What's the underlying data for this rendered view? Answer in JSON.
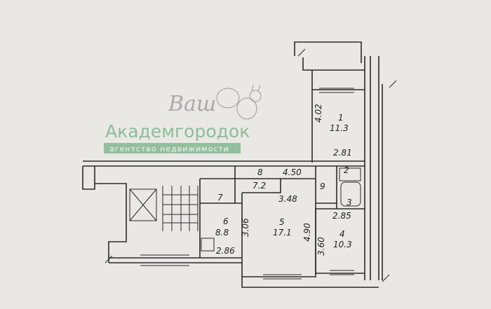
{
  "watermark": {
    "logo_script": "Ваш",
    "brand": "Академгородок",
    "tagline": "агентство недвижимости",
    "brand_color": "#6fae7f"
  },
  "rooms": [
    {
      "number": "1",
      "area": "11.3"
    },
    {
      "number": "2"
    },
    {
      "number": "3"
    },
    {
      "number": "4",
      "area": "10.3"
    },
    {
      "number": "5",
      "area": "17.1"
    },
    {
      "number": "6",
      "area": "8.8"
    },
    {
      "number": "7"
    },
    {
      "number": "8",
      "area": "7.2"
    },
    {
      "number": "9"
    }
  ],
  "dimensions": [
    "4.02",
    "2.81",
    "4.50",
    "3.48",
    "2.85",
    "4.90",
    "3.60",
    "3.06",
    "2.86"
  ]
}
